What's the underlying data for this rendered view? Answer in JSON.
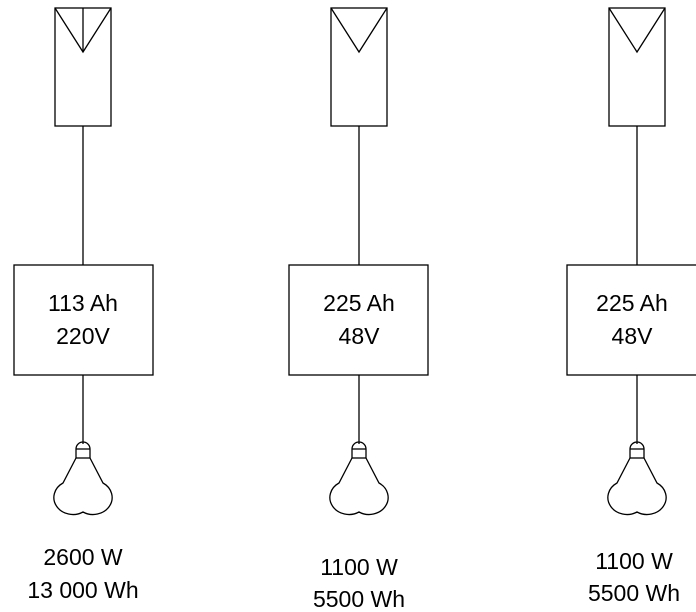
{
  "systems": [
    {
      "panel_icon": "solar-panel-icon",
      "battery": {
        "capacity": "113 Ah",
        "voltage": "220V"
      },
      "load_icon": "light-bulb-icon",
      "load": {
        "power": "2600 W",
        "energy": "13 000 Wh"
      }
    },
    {
      "panel_icon": "solar-panel-icon",
      "battery": {
        "capacity": "225 Ah",
        "voltage": "48V"
      },
      "load_icon": "light-bulb-icon",
      "load": {
        "power": "1100 W",
        "energy": "5500 Wh"
      }
    },
    {
      "panel_icon": "solar-panel-icon",
      "battery": {
        "capacity": "225 Ah",
        "voltage": "48V"
      },
      "load_icon": "light-bulb-icon",
      "load": {
        "power": "1100 W",
        "energy": "5500 Wh"
      }
    }
  ]
}
